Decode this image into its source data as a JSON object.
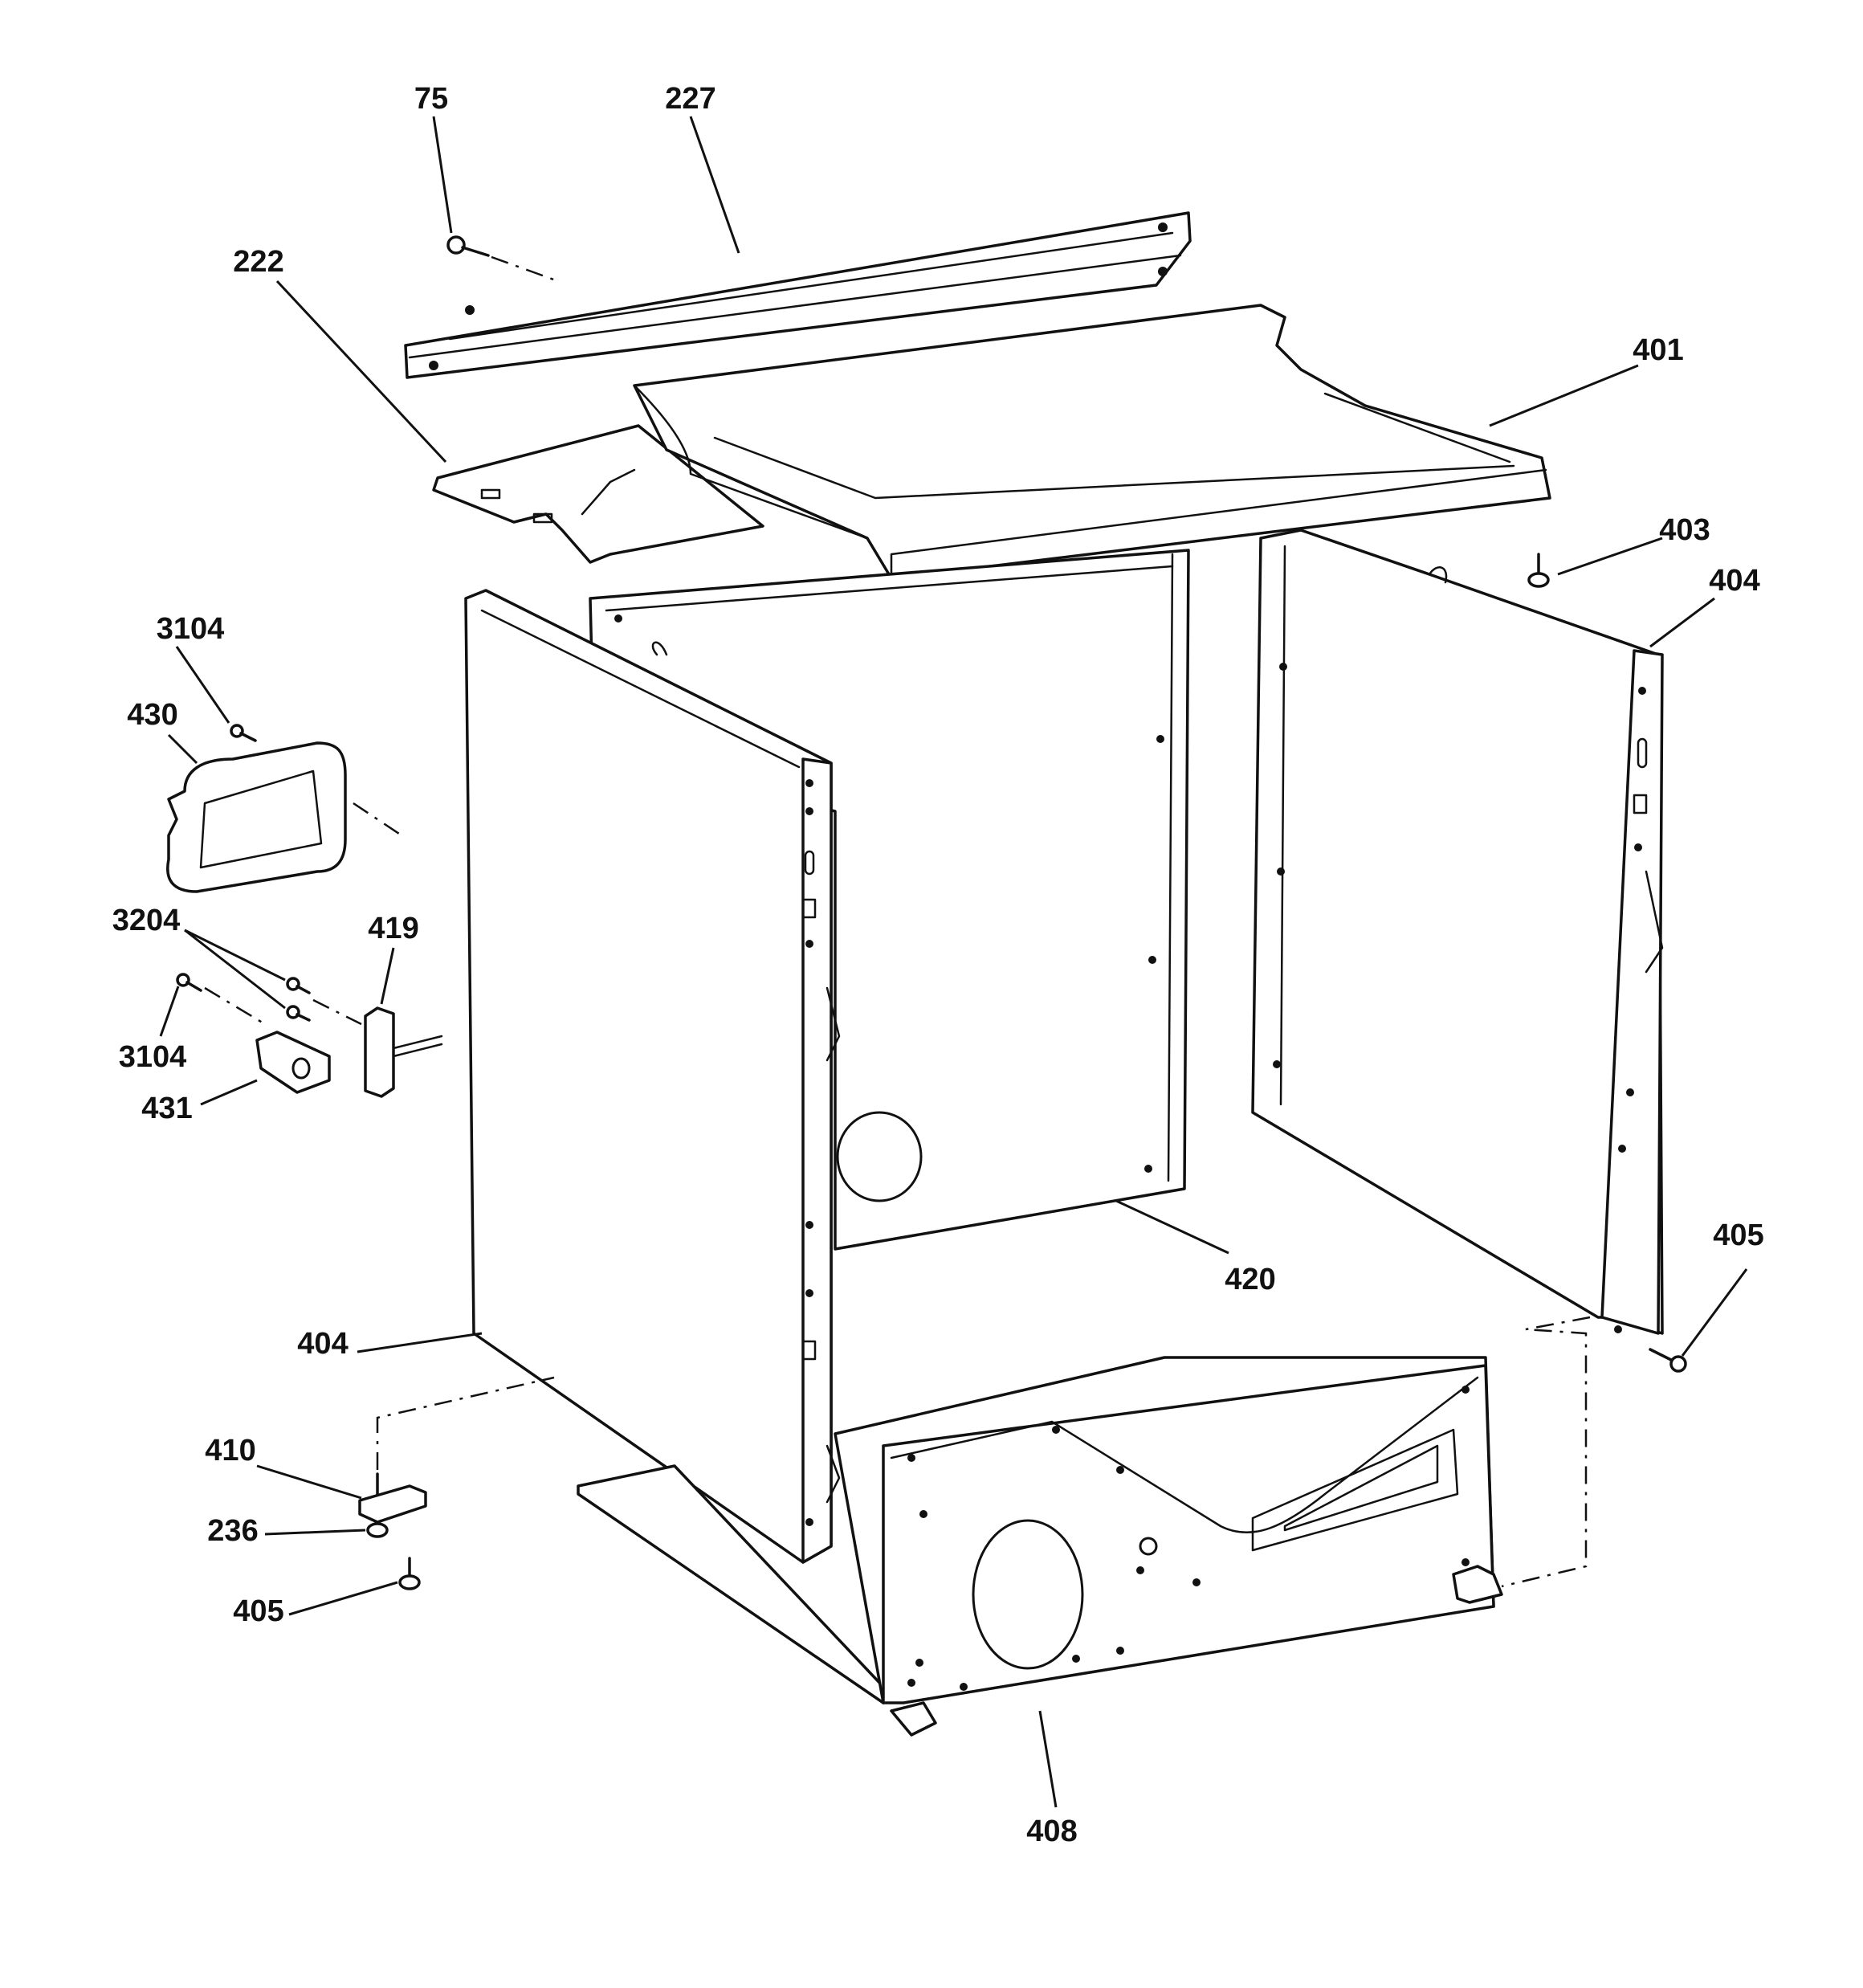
{
  "labels": {
    "l75": "75",
    "l227": "227",
    "l222": "222",
    "l401": "401",
    "l403": "403",
    "l404_right": "404",
    "l3104_top": "3104",
    "l430": "430",
    "l3204": "3204",
    "l419": "419",
    "l3104_bottom": "3104",
    "l431": "431",
    "l405_right": "405",
    "l420": "420",
    "l404_left": "404",
    "l410": "410",
    "l236": "236",
    "l405_left": "405",
    "l408": "408"
  }
}
